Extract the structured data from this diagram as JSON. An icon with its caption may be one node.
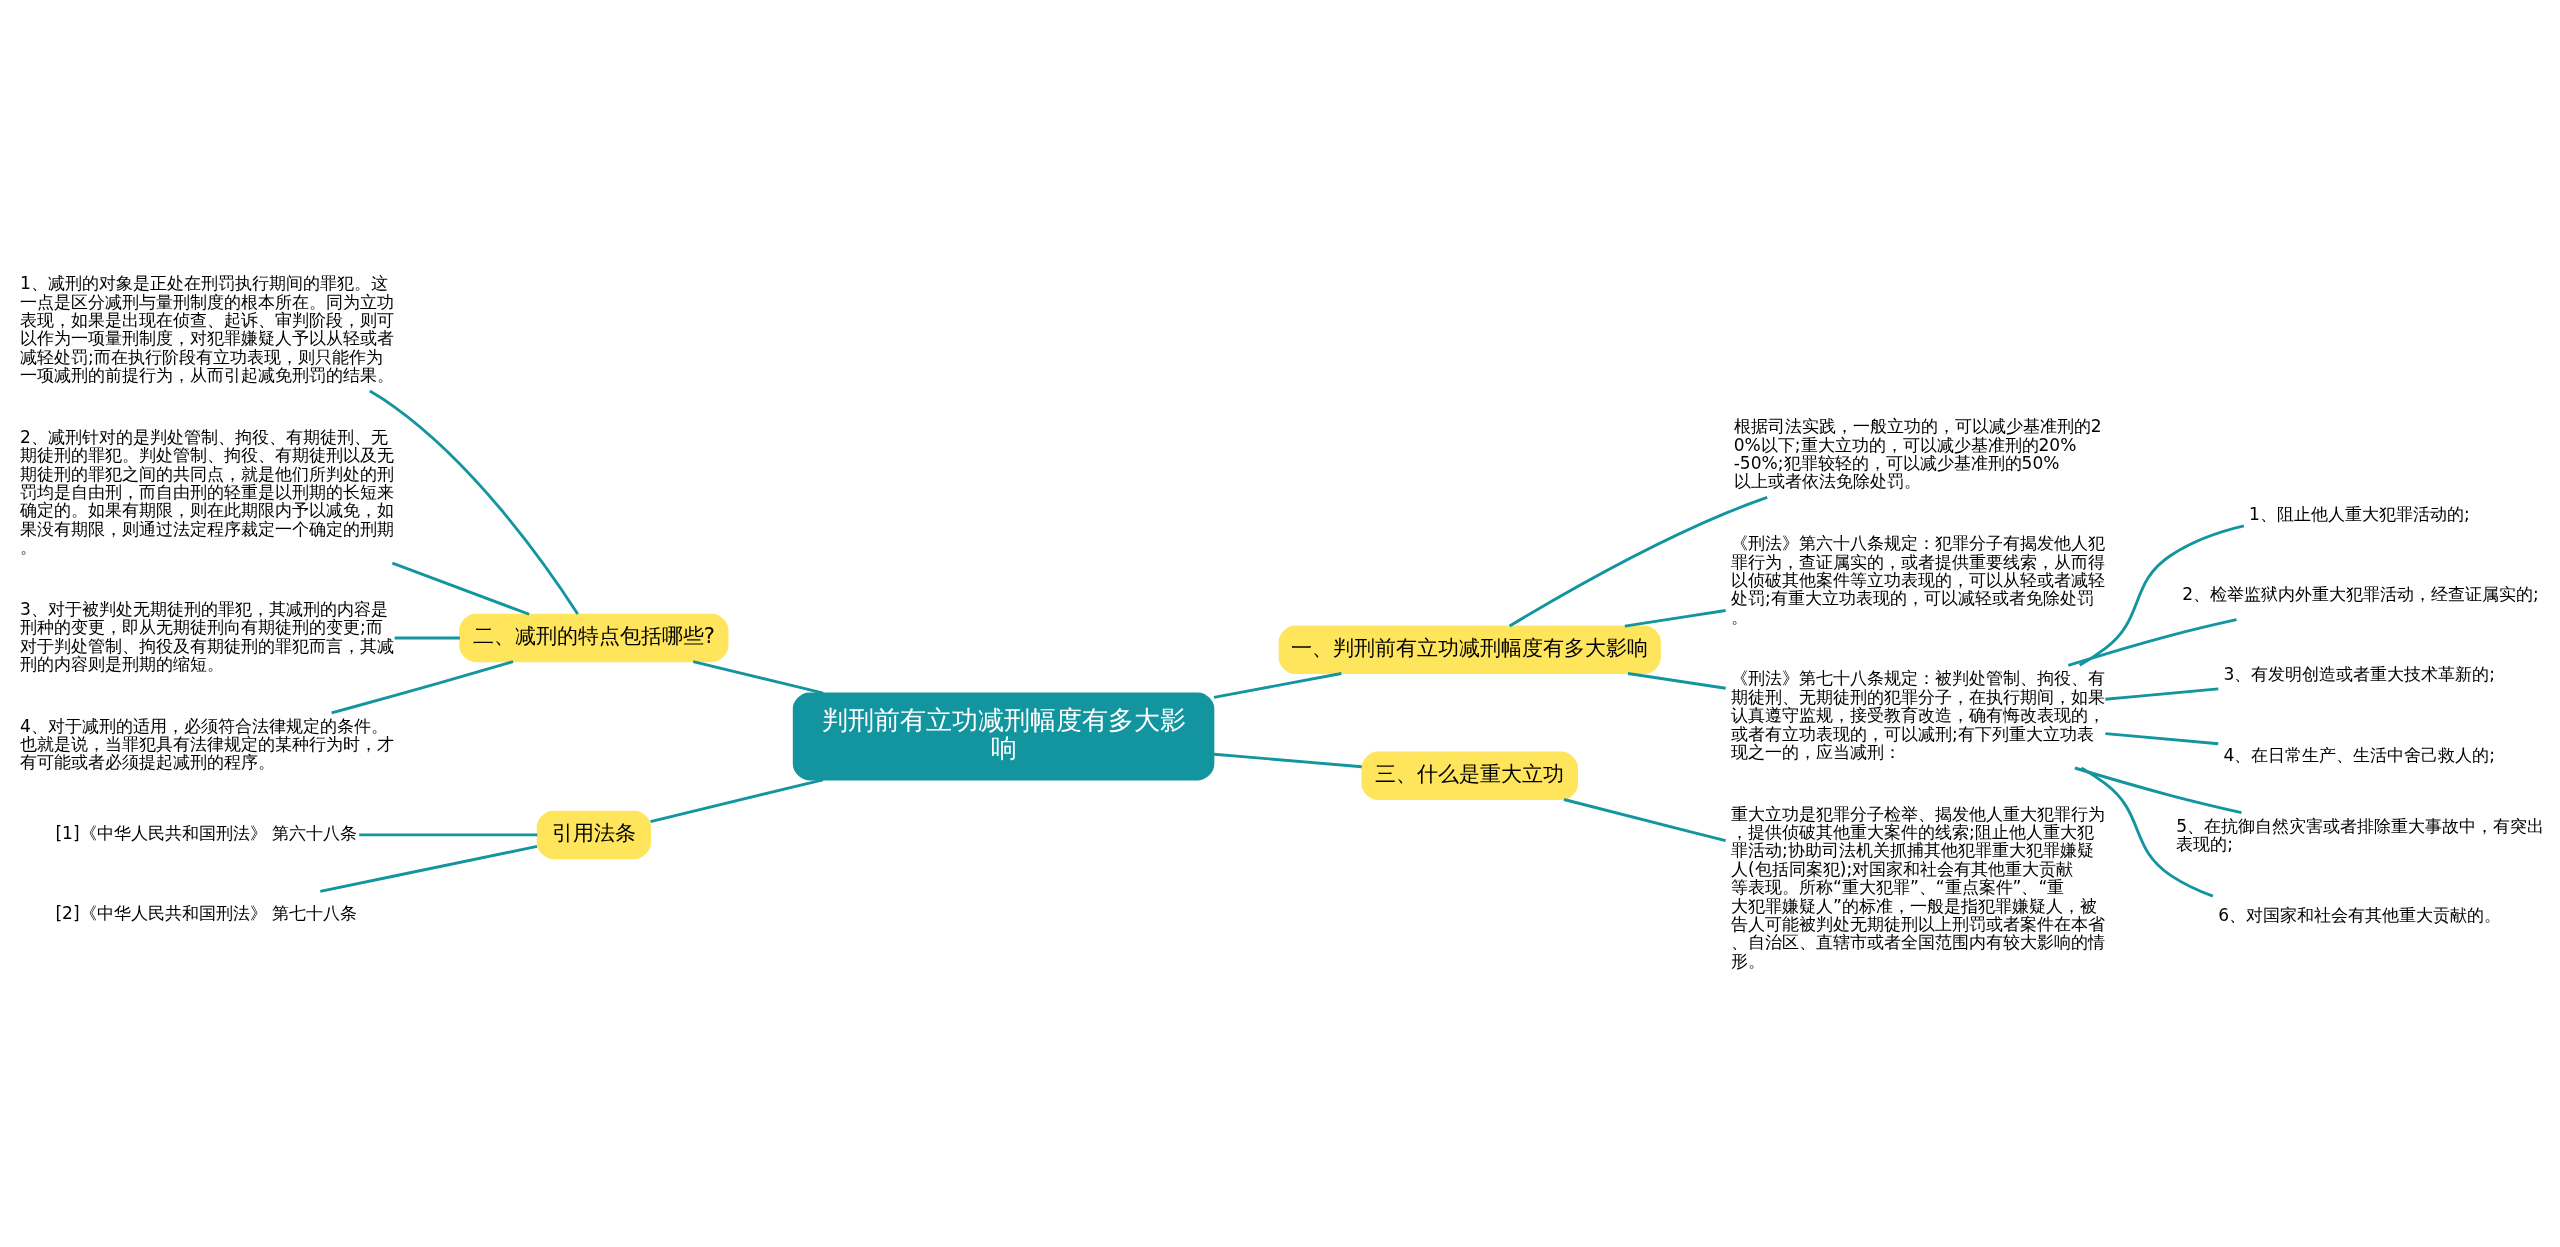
{
  "diagram": {
    "nodes": [
      {
        "text": [
          "判刑前有立功减刑幅度有多大影响"
        ]
      },
      {
        "text": [
          "一、判刑前有立功减刑幅度有多大影响"
        ]
      },
      {
        "text": [
          "根据司法实践，一般立功的，可以减少基准刑的20%以下;重大立功的，可以减少基准刑的20%-50%;犯罪较轻的，可以减少基准刑的50%以上或者依法免除处罚。"
        ]
      },
      {
        "text": [
          "《刑法》第六十八条规定：犯罪分子有揭发他人犯罪行为，查证属实的，或者提供重要线索，从而得以侦破其他案件等立功表现的，可以从轻或者减轻处罚;有重大立功表现的，可以减轻或者免除处罚。"
        ]
      },
      {
        "text": [
          "《刑法》第七十八条规定：被判处管制、拘役、有期徒刑、无期徒刑的犯罪分子，在执行期间，如果认真遵守监规，接受教育改造，确有悔改表现的，或者有立功表现的，可以减刑;有下列重大立功表现之一的，应当减刑："
        ]
      },
      {
        "text": [
          "1、阻止他人重大犯罪活动的;"
        ]
      },
      {
        "text": [
          "2、检举监狱内外重大犯罪活动，经查证属实的;"
        ]
      },
      {
        "text": [
          "3、有发明创造或者重大技术革新的;"
        ]
      },
      {
        "text": [
          "4、在日常生产、生活中舍己救人的;"
        ]
      },
      {
        "text": [
          "5、在抗御自然灾害或者排除重大事故中，有突出表现的;"
        ]
      },
      {
        "text": [
          "6、对国家和社会有其他重大贡献的。"
        ]
      },
      {
        "text": [
          "三、什么是重大立功"
        ]
      },
      {
        "text": [
          "重大立功是犯罪分子检举、揭发他人重大犯罪行为，提供侦破其他重大案件的线索;阻止他人重大犯罪活动;协助司法机关抓捕其他犯罪重大犯罪嫌疑人(包括同案犯);对国家和社会有其他重大贡献等表现。所称“重大犯罪”、“重点案件”、“重大犯罪嫌疑人”的标准，一般是指犯罪嫌疑人，被告人可能被判处无期徒刑以上刑罚或者案件在本省、自治区、直辖市或者全国范围内有较大影响的情形。"
        ]
      },
      {
        "text": [
          "二、减刑的特点包括哪些?"
        ]
      },
      {
        "text": [
          "1、减刑的对象是正处在刑罚执行期间的罪犯。这一点是区分减刑与量刑制度的根本所在。同为立功表现，如果是出现在侦查、起诉、审判阶段，则可以作为一项量刑制度，对犯罪嫌疑人予以从轻或者减轻处罚;而在执行阶段有立功表现，则只能作为一项减刑的前提行为，从而引起减免刑罚的结果。"
        ]
      },
      {
        "text": [
          "2、减刑针对的是判处管制、拘役、有期徒刑、无期徒刑的罪犯。判处管制、拘役、有期徒刑以及无期徒刑的罪犯之间的共同点，就是他们所判处的刑罚均是自由刑，而自由刑的轻重是以刑期的长短来确定的。如果有期限，则在此期限内予以减免，如果没有期限，则通过法定程序裁定一个确定的刑期。"
        ]
      },
      {
        "text": [
          "3、对于被判处无期徒刑的罪犯，其减刑的内容是刑种的变更，即从无期徒刑向有期徒刑的变更;而对于判处管制、拘役及有期徒刑的罪犯而言，其减刑的内容则是刑期的缩短。"
        ]
      },
      {
        "text": [
          "4、对于减刑的适用，必须符合法律规定的条件。也就是说，当罪犯具有法律规定的某种行为时，才有可能或者必须提起减刑的程序。"
        ]
      },
      {
        "text": [
          "引用法条"
        ]
      },
      {
        "text": [
          "[1]《中华人民共和国刑法》 第六十八条"
        ]
      },
      {
        "text": [
          "[2]《中华人民共和国刑法》 第七十八条"
        ]
      }
    ],
    "edges": [
      {
        "from": 0,
        "to": 1,
        "arrow": "none"
      },
      {
        "from": 1,
        "to": 2,
        "arrow": "none"
      },
      {
        "from": 1,
        "to": 3,
        "arrow": "none"
      },
      {
        "from": 1,
        "to": 4,
        "arrow": "none"
      },
      {
        "from": 4,
        "to": 5,
        "arrow": "none"
      },
      {
        "from": 4,
        "to": 6,
        "arrow": "none"
      },
      {
        "from": 4,
        "to": 7,
        "arrow": "none"
      },
      {
        "from": 4,
        "to": 8,
        "arrow": "none"
      },
      {
        "from": 4,
        "to": 9,
        "arrow": "none"
      },
      {
        "from": 4,
        "to": 10,
        "arrow": "none"
      },
      {
        "from": 0,
        "to": 11,
        "arrow": "none"
      },
      {
        "from": 11,
        "to": 12,
        "arrow": "none"
      },
      {
        "from": 0,
        "to": 13,
        "arrow": "none"
      },
      {
        "from": 13,
        "to": 14,
        "arrow": "none"
      },
      {
        "from": 13,
        "to": 15,
        "arrow": "none"
      },
      {
        "from": 13,
        "to": 16,
        "arrow": "none"
      },
      {
        "from": 13,
        "to": 17,
        "arrow": "none"
      },
      {
        "from": 0,
        "to": 18,
        "arrow": "none"
      },
      {
        "from": 18,
        "to": 19,
        "arrow": "none"
      },
      {
        "from": 18,
        "to": 20,
        "arrow": "none"
      }
    ]
  }
}
